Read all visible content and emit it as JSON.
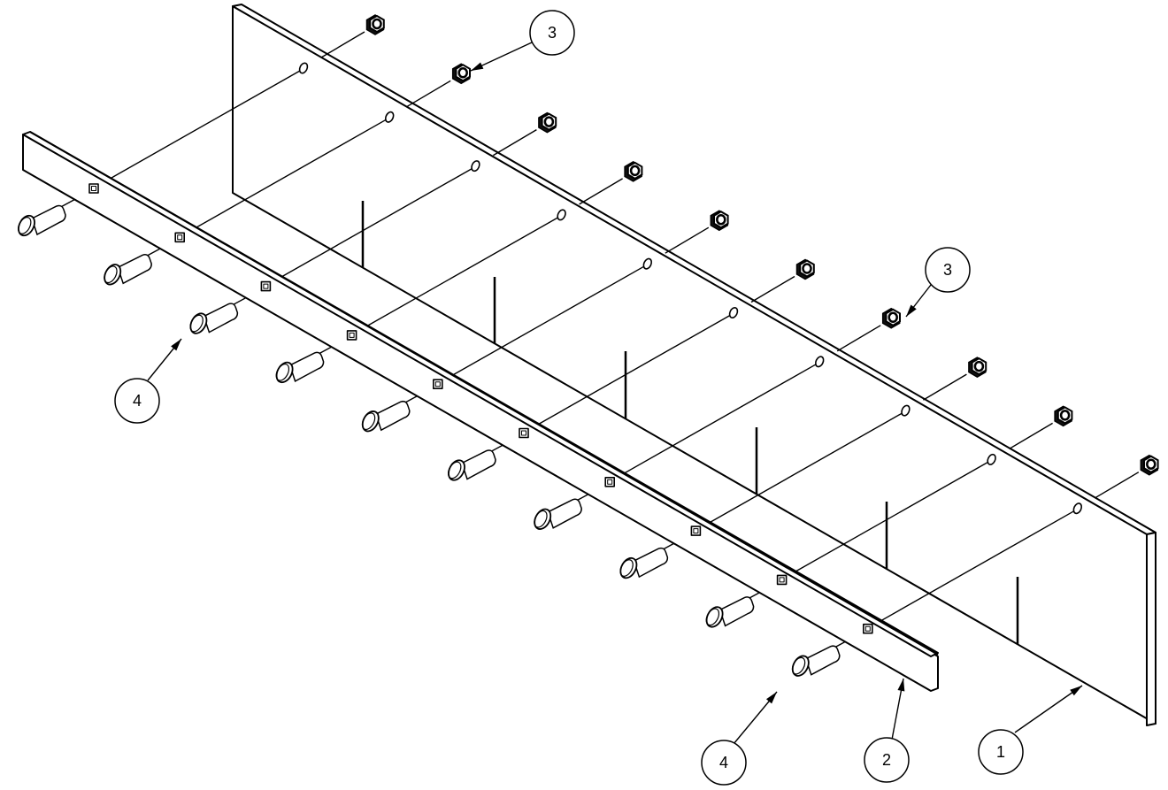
{
  "balloons": [
    {
      "id": "balloon-3-top",
      "label": "3"
    },
    {
      "id": "balloon-3-right",
      "label": "3"
    },
    {
      "id": "balloon-4-left",
      "label": "4"
    },
    {
      "id": "balloon-4-bottom",
      "label": "4"
    },
    {
      "id": "balloon-2",
      "label": "2"
    },
    {
      "id": "balloon-1",
      "label": "1"
    }
  ],
  "parts": {
    "1": "back-plate",
    "2": "front-bar",
    "3": "hex-nut",
    "4": "carriage-bolt"
  },
  "fastener_count": 10,
  "style": {
    "line_color": "#000000",
    "fill_color": "#ffffff"
  }
}
